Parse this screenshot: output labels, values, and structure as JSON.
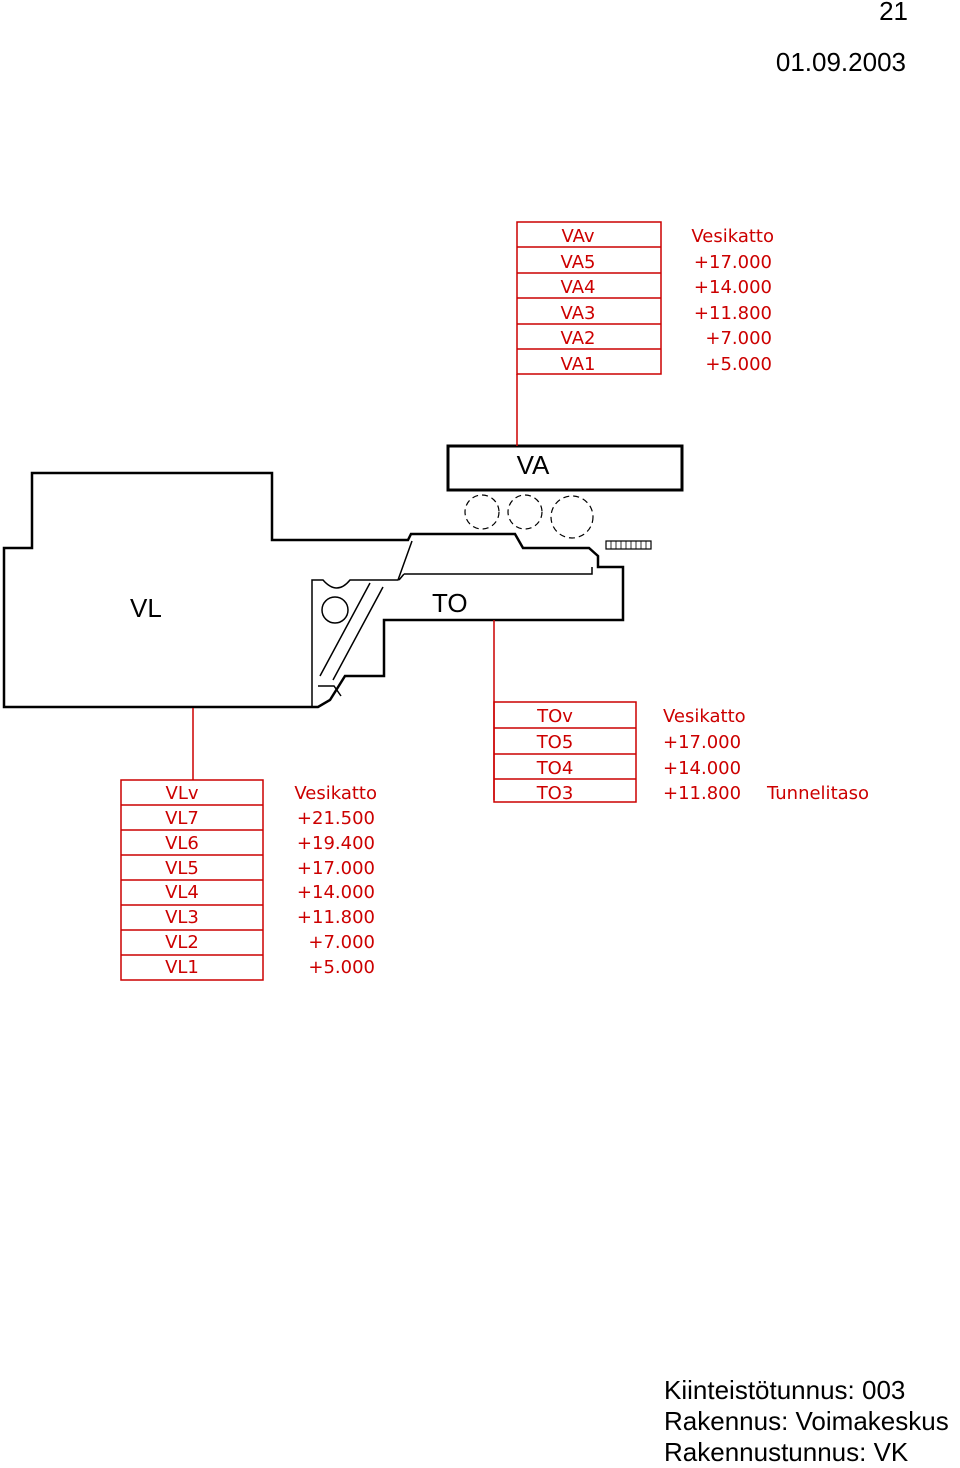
{
  "header": {
    "page_number": "21",
    "date": "01.09.2003"
  },
  "buildings": {
    "va": "VA",
    "vl": "VL",
    "to": "TO"
  },
  "level_tables": {
    "va": {
      "codes": [
        "VAv",
        "VA5",
        "VA4",
        "VA3",
        "VA2",
        "VA1"
      ],
      "elevations": [
        "Vesikatto",
        "+17.000",
        "+14.000",
        "+11.800",
        "+7.000",
        "+5.000"
      ]
    },
    "to": {
      "codes": [
        "TOv",
        "TO5",
        "TO4",
        "TO3"
      ],
      "elevations": [
        "Vesikatto",
        "+17.000",
        "+14.000",
        "+11.800"
      ],
      "note": "Tunnelitaso"
    },
    "vl": {
      "codes": [
        "VLv",
        "VL7",
        "VL6",
        "VL5",
        "VL4",
        "VL3",
        "VL2",
        "VL1"
      ],
      "elevations": [
        "Vesikatto",
        "+21.500",
        "+19.400",
        "+17.000",
        "+14.000",
        "+11.800",
        "+7.000",
        "+5.000"
      ]
    }
  },
  "footer": {
    "property_id": "Kiinteistötunnus: 003",
    "building": "Rakennus: Voimakeskus",
    "building_id": "Rakennustunnus: VK"
  },
  "colors": {
    "level_line": "#cc0000",
    "outline": "#000000"
  }
}
